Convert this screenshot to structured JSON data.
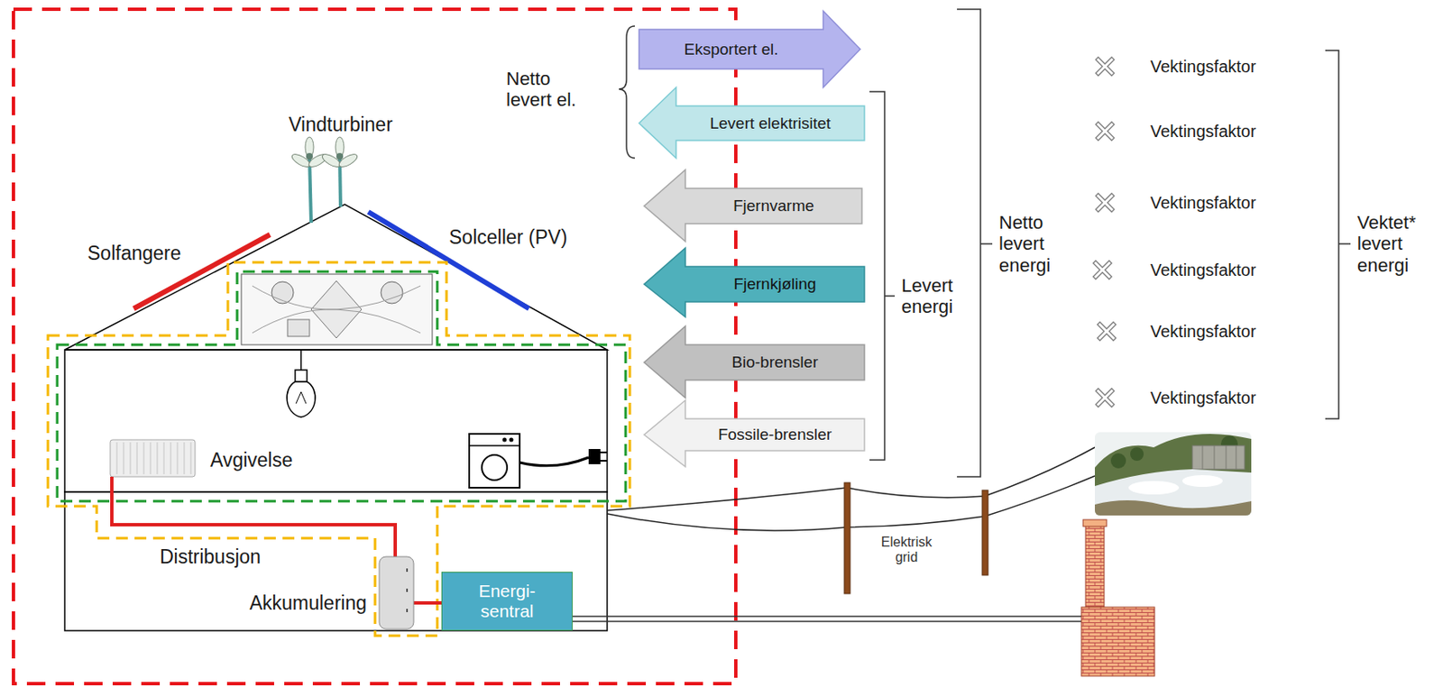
{
  "diagram": {
    "nodes": [
      {
        "text": [
          "Eksportert el."
        ]
      },
      {
        "text": [
          "Levert elektrisitet"
        ]
      },
      {
        "text": [
          "Fjernvarme"
        ]
      },
      {
        "text": [
          "Fjernkjøling"
        ]
      },
      {
        "text": [
          "Bio-brensler"
        ]
      },
      {
        "text": [
          "Fossile-brensler"
        ]
      },
      {
        "text": [
          "Energi- sentral"
        ]
      }
    ],
    "labels": [
      "Vindturbiner",
      "Solfangere",
      "Solceller (PV)",
      "Netto levert el.",
      "Levert energi",
      "Netto levert energi",
      "Vektingsfaktor",
      "Vektingsfaktor",
      "Vektingsfaktor",
      "Vektingsfaktor",
      "Vektingsfaktor",
      "Vektingsfaktor",
      "Vektet* levert energi",
      "Avgivelse",
      "Distribusjon",
      "Akkumulering",
      "Elektrisk grid"
    ]
  }
}
